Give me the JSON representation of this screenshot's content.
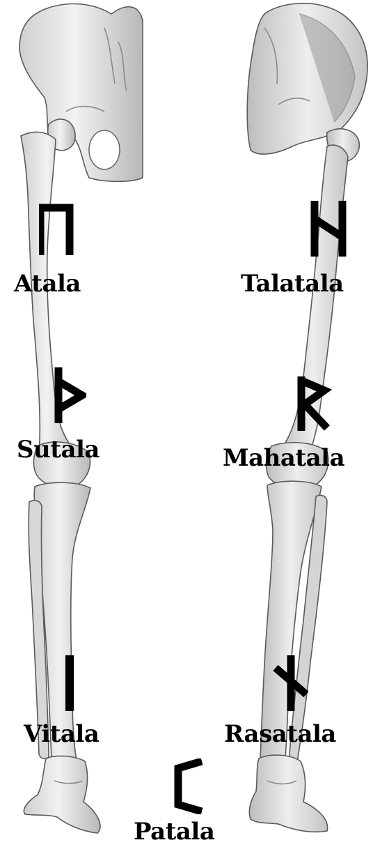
{
  "figure": {
    "background": "#ffffff",
    "bone_fill": "#e6e6e6",
    "bone_shade": "#b5b5b5",
    "bone_outline": "#5a5a5a",
    "rune_color": "#000000",
    "label_color": "#000000"
  },
  "left_leg": {
    "name": "left-leg-skeleton",
    "points": [
      {
        "rune": "ᚢ",
        "rune_icon": "uruz-rune-icon",
        "label": "Atala"
      },
      {
        "rune": "ᚦ",
        "rune_icon": "thurisaz-rune-icon",
        "label": "Sutala"
      },
      {
        "rune": "ᛁ",
        "rune_icon": "isa-rune-icon",
        "label": "Vitala"
      }
    ]
  },
  "right_leg": {
    "name": "right-leg-skeleton",
    "points": [
      {
        "rune": "ᚺ",
        "rune_icon": "hagalaz-rune-icon",
        "label": "Talatala"
      },
      {
        "rune": "ᚱ",
        "rune_icon": "raidho-rune-icon",
        "label": "Mahatala"
      },
      {
        "rune": "ᚾ",
        "rune_icon": "naudhiz-rune-icon",
        "label": "Rasatala"
      }
    ]
  },
  "bottom": {
    "rune": "ᛈ",
    "rune_icon": "perthro-rune-icon",
    "label": "Patala"
  }
}
